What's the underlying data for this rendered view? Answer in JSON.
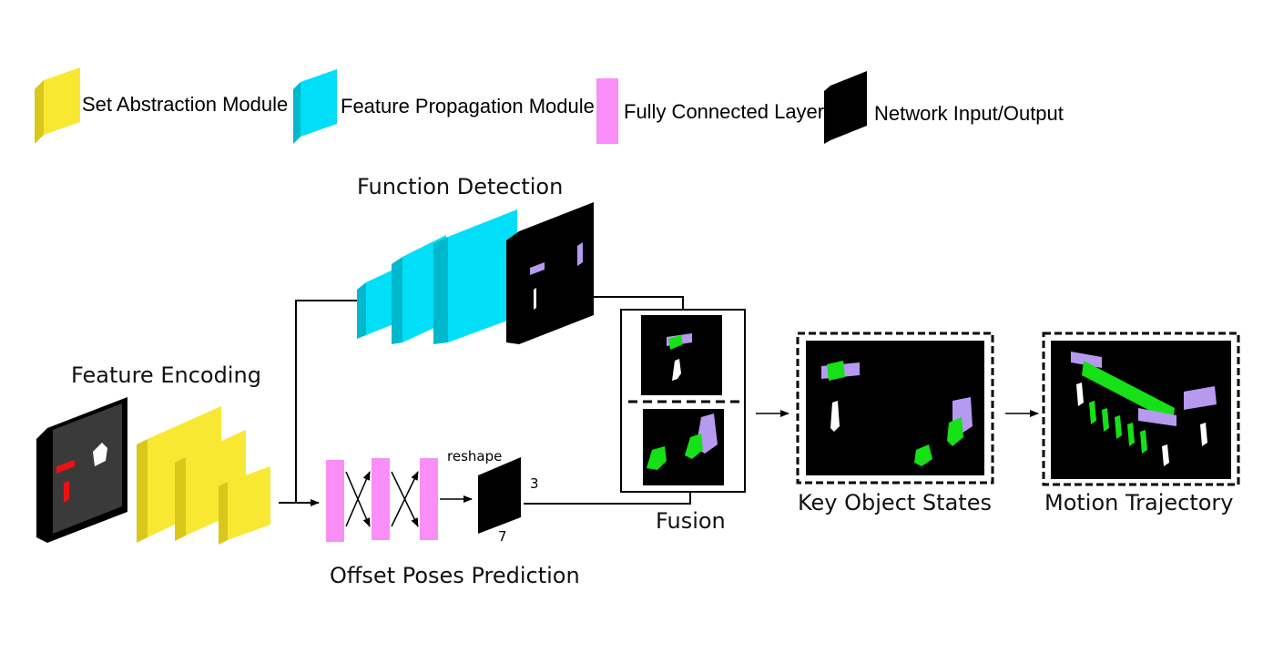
{
  "legend": {
    "items": [
      {
        "label": "Set Abstraction Module",
        "color": "#f9e832"
      },
      {
        "label": "Feature Propagation Module",
        "color": "#00dff7"
      },
      {
        "label": "Fully Connected Layer",
        "color": "#fa8ef7"
      },
      {
        "label": "Network Input/Output",
        "color": "#000000"
      }
    ]
  },
  "stages": {
    "feature_encoding": "Feature Encoding",
    "function_detection": "Function Detection",
    "offset_poses_prediction": "Offset Poses Prediction",
    "fusion": "Fusion",
    "key_object_states": "Key Object States",
    "motion_trajectory": "Motion Trajectory"
  },
  "reshape": {
    "label": "reshape",
    "dim_a": "3",
    "dim_b": "7"
  },
  "colors": {
    "green": "#16e016",
    "lavender": "#b69af0",
    "red": "#ee1111",
    "grey_input": "#3a3a3a"
  }
}
